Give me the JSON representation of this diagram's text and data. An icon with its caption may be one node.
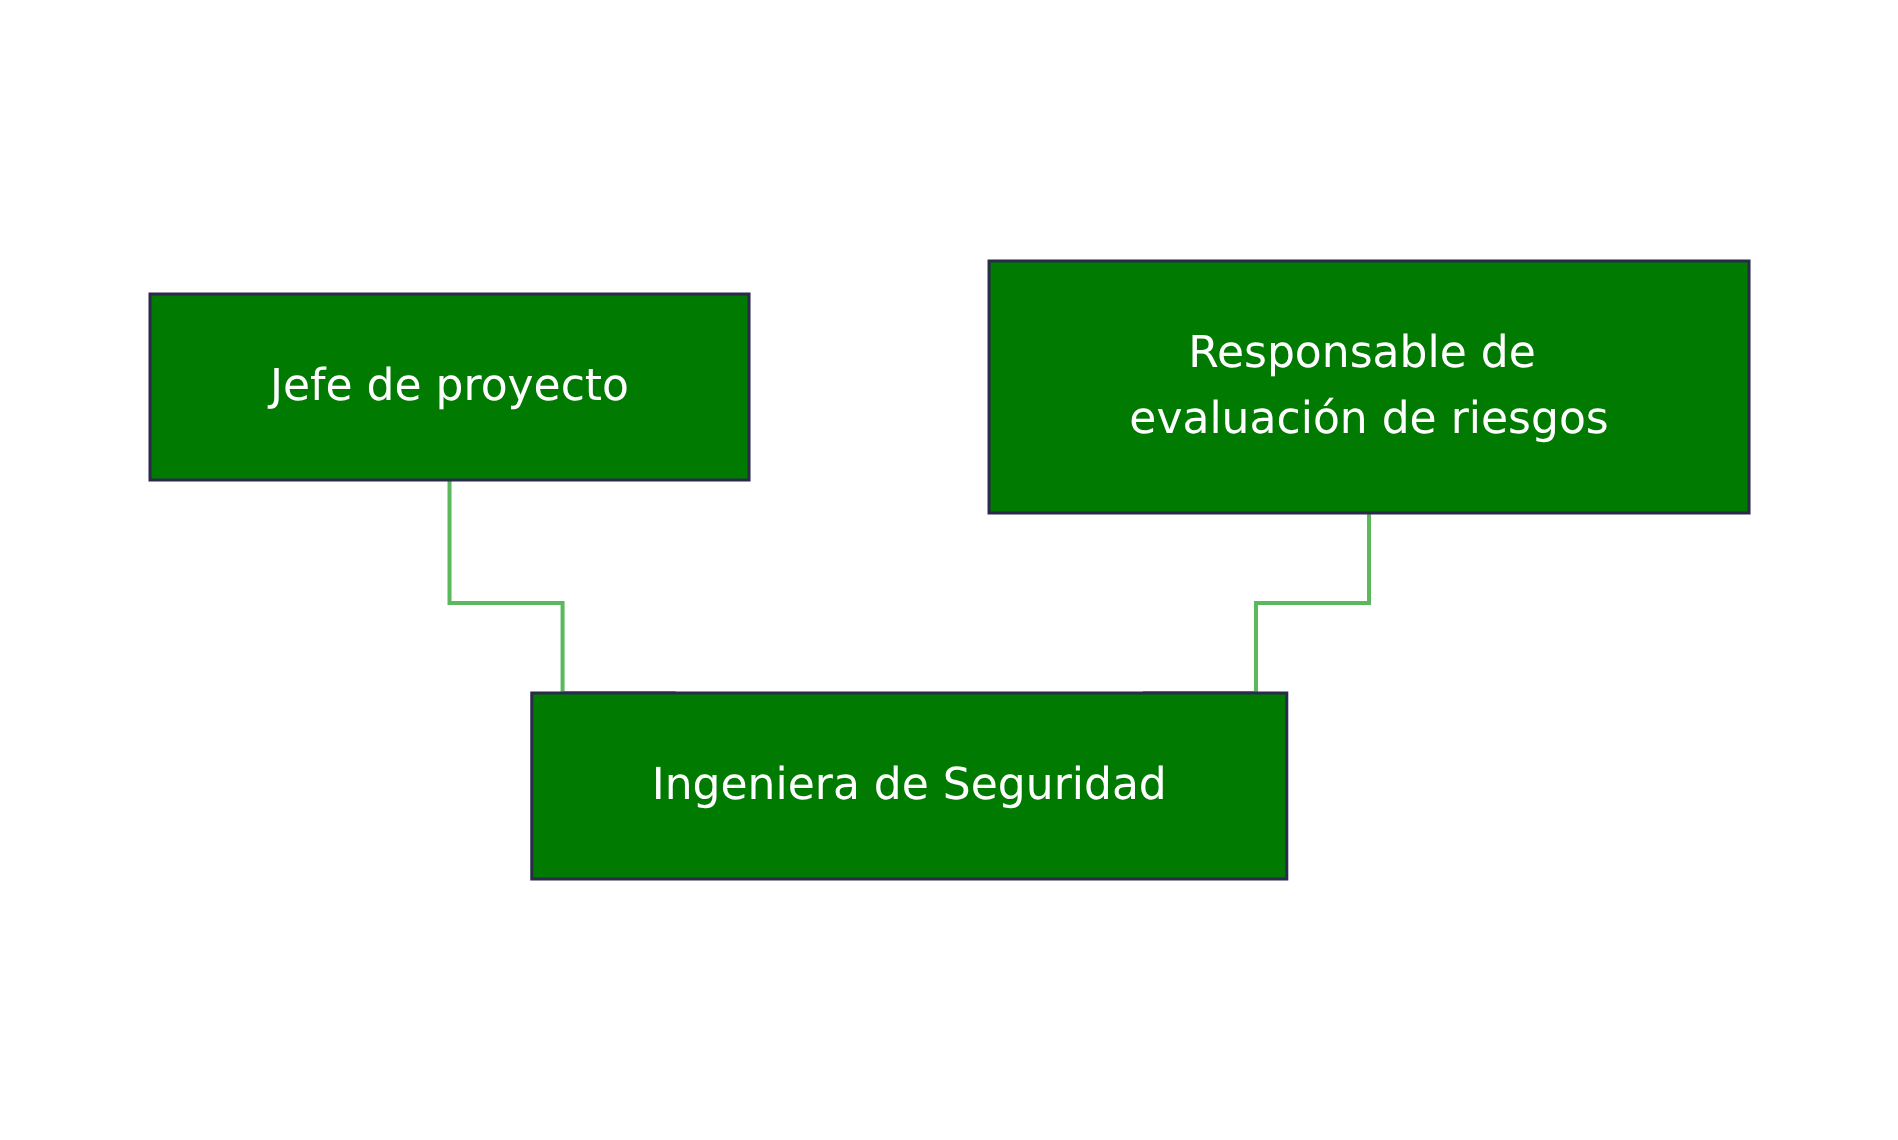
{
  "diagram": {
    "nodes": [
      {
        "text": [
          "Jefe de proyecto"
        ]
      },
      {
        "text": [
          "Responsable de evaluación de riesgos"
        ]
      },
      {
        "text": [
          "Ingeniera de Seguridad"
        ]
      }
    ],
    "edges": [
      {
        "from": 0,
        "to": 2,
        "arrow": "none"
      },
      {
        "from": 1,
        "to": 2,
        "arrow": "none"
      }
    ]
  }
}
